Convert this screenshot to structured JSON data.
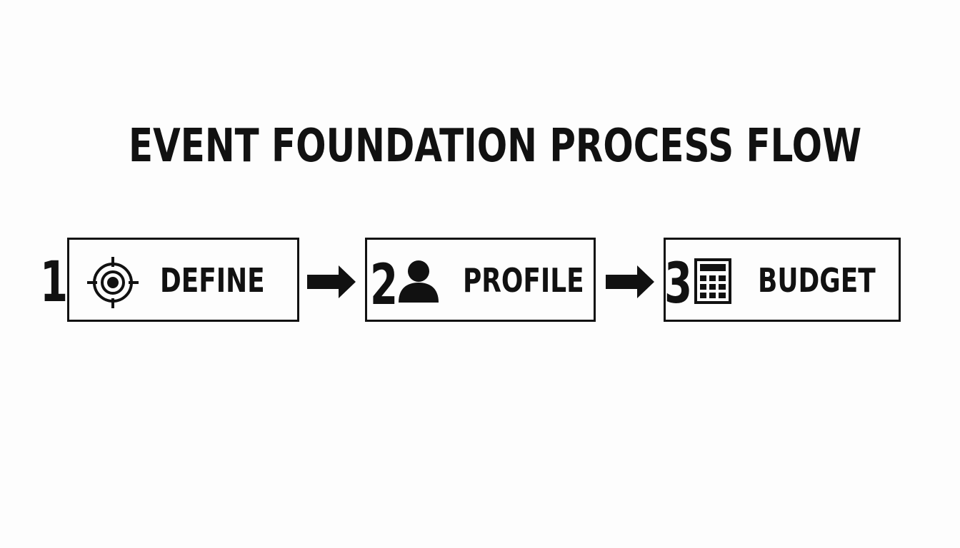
{
  "title": "EVENT FOUNDATION PROCESS FLOW",
  "steps": [
    {
      "number": "1",
      "label": "DEFINE",
      "icon": "target-icon"
    },
    {
      "number": "2",
      "label": "PROFILE",
      "icon": "person-icon"
    },
    {
      "number": "3",
      "label": "BUDGET",
      "icon": "calculator-icon"
    }
  ],
  "colors": {
    "ink": "#111111",
    "background": "#fdfdfd"
  }
}
